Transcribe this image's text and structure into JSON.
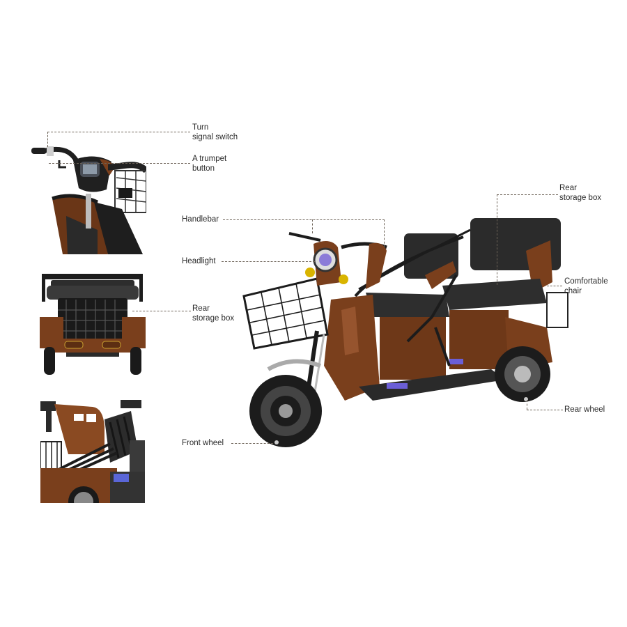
{
  "diagram": {
    "subject": "Three-wheel electric tricycle",
    "colors": {
      "body": "#7a3f1c",
      "body_highlight": "#a8633a",
      "frame": "#1c1c1c",
      "seat": "#2b2b2b",
      "lamp": "#d9b400",
      "floor_mat": "#6b5fd6",
      "leader_line": "#6d6358"
    },
    "callouts": {
      "turn_signal": "Turn\nsignal switch",
      "trumpet": "A trumpet\nbutton",
      "rear_box_inset": "Rear\nstorage box",
      "handlebar": "Handlebar",
      "headlight": "Headlight",
      "front_wheel": "Front wheel",
      "rear_box_main": "Rear\nstorage box",
      "comfortable_chair": "Comfortable\nchair",
      "rear_wheel": "Rear wheel"
    },
    "insets": [
      {
        "name": "handlebar-closeup"
      },
      {
        "name": "rear-view"
      },
      {
        "name": "folding-seat-view"
      }
    ]
  }
}
